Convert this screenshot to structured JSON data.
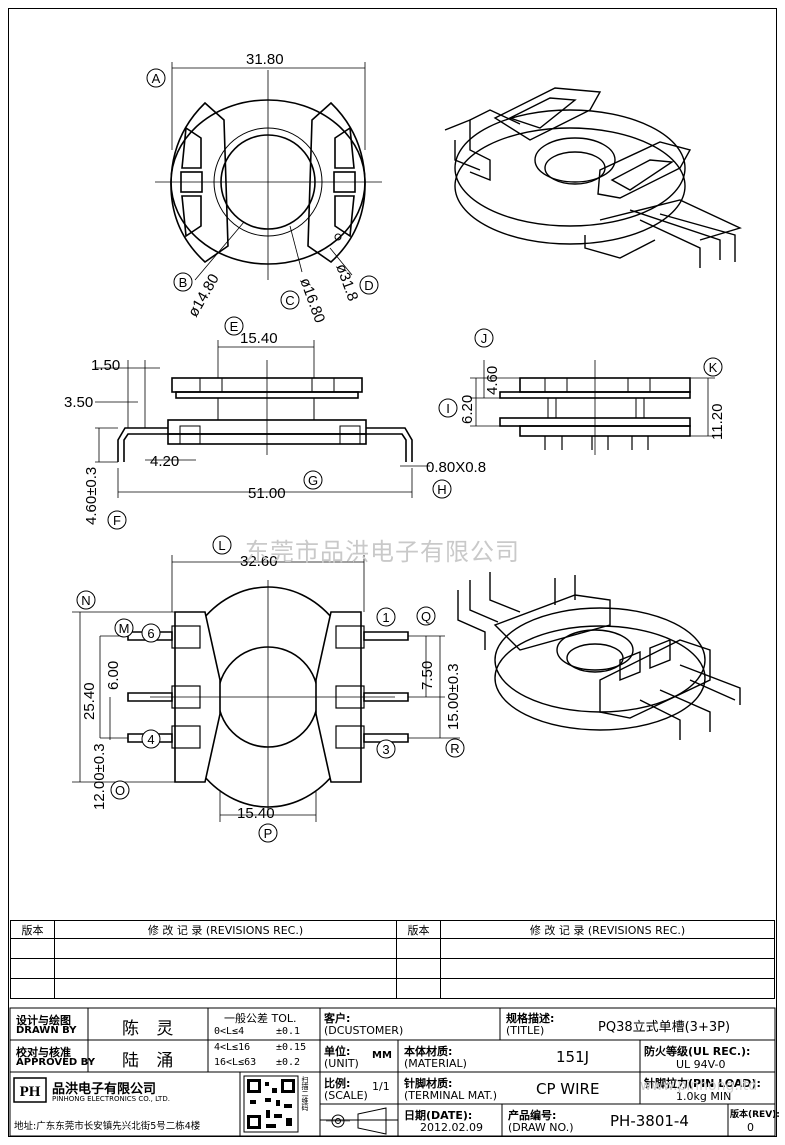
{
  "top_view": {
    "width_dim": "31.80",
    "hole_b": "ø14.80",
    "hole_c": "ø16.80",
    "outer_d": "ø31.8",
    "labels": [
      "A",
      "B",
      "C",
      "D"
    ]
  },
  "front_view": {
    "dim_e": "15.40",
    "dim_150": "1.50",
    "dim_350": "3.50",
    "dim_420": "4.20",
    "dim_total": "51.00",
    "dim_pin": "0.80X0.8",
    "dim_f": "4.60±0.3",
    "labels": [
      "E",
      "F",
      "G",
      "H"
    ]
  },
  "side_view": {
    "dim_j": "4.60",
    "dim_i": "6.20",
    "dim_k": "11.20",
    "labels": [
      "I",
      "J",
      "K"
    ]
  },
  "bottom_view": {
    "dim_l": "32.60",
    "dim_n": "25.40",
    "dim_m": "6.00",
    "dim_q": "7.50",
    "dim_r": "15.00±0.3",
    "dim_o": "12.00±0.3",
    "dim_p": "15.40",
    "labels": [
      "L",
      "M",
      "N",
      "O",
      "P",
      "Q",
      "R"
    ],
    "pins": [
      "1",
      "3",
      "4",
      "6"
    ]
  },
  "watermark": "东莞市品洪电子有限公司",
  "watermark_url": "www.pinhong.ltd",
  "revisions": {
    "col_ver": "版本",
    "col_rec": "修 改 记 录 (REVISIONS REC.)"
  },
  "title_block": {
    "designed_cn": "设计与绘图",
    "designed_en": "DRAWN BY",
    "designer": "陈 灵",
    "approved_cn": "校对与核准",
    "approved_en": "APPROVED BY",
    "approver": "陆 涌",
    "tol_title": "一般公差 TOL.",
    "tol_rows": [
      [
        "0<L≤4",
        "±0.1"
      ],
      [
        "4<L≤16",
        "±0.15"
      ],
      [
        "16<L≤63",
        "±0.2"
      ]
    ],
    "customer_cn": "客户:",
    "customer_en": "(DCUSTOMER)",
    "title_cn": "规格描述:",
    "title_en": "(TITLE)",
    "title_value": "PQ38立式单槽(3+3P)",
    "unit_cn": "单位:",
    "unit_en": "(UNIT)",
    "unit_value": "MM",
    "material_cn": "本体材质:",
    "material_en": "(MATERIAL)",
    "material_value": "151J",
    "ul_cn": "防火等级(UL REC.):",
    "ul_value": "UL 94V-0",
    "scale_cn": "比例:",
    "scale_en": "(SCALE)",
    "scale_value": "1/1",
    "terminal_cn": "针脚材质:",
    "terminal_en": "(TERMINAL MAT.)",
    "terminal_value": "CP WIRE",
    "pinload_cn": "针脚拉力(PIN LOAD):",
    "pinload_value": "1.0kg MIN",
    "date_cn": "日期(DATE):",
    "date_value": "2012.02.09",
    "drawno_cn": "产品编号:",
    "drawno_en": "(DRAW NO.)",
    "drawno_value": "PH-3801-4",
    "rev_cn": "版本(REV):",
    "rev_value": "0",
    "company_logo": "PH",
    "company_cn": "品洪电子有限公司",
    "company_en": "PINHONG ELECTRONICS CO., LTD.",
    "address": "地址:广东东莞市长安镇先兴北街5号二栋4楼",
    "qr_caption": "扫描二维码"
  }
}
